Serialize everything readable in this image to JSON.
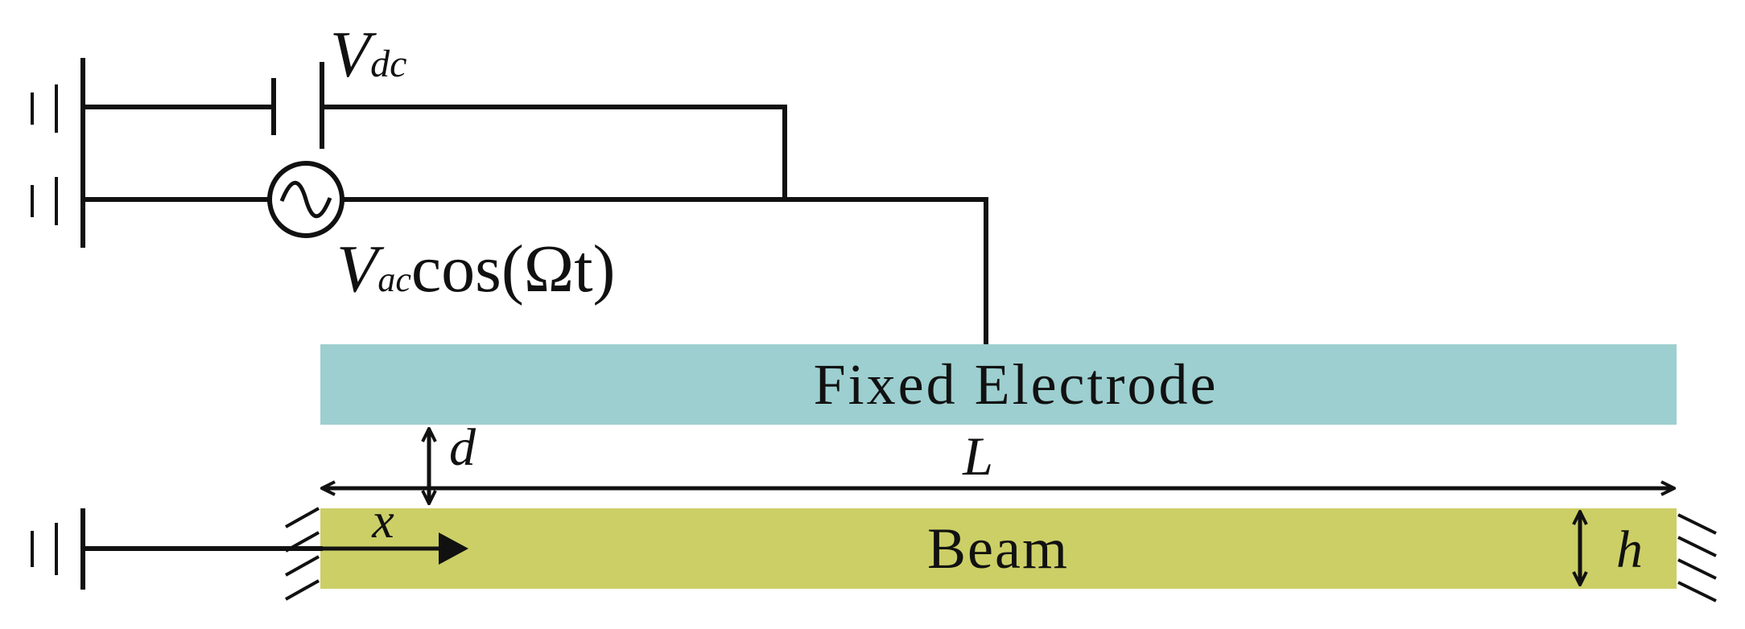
{
  "labels": {
    "vdc_main": "V",
    "vdc_sub": "dc",
    "vac_main": "V",
    "vac_sub": "ac",
    "vac_expr": "cos(Ωt)",
    "fixed_electrode": "Fixed Electrode",
    "beam": "Beam",
    "gap": "d",
    "length": "L",
    "axis_x": "x",
    "thickness": "h"
  },
  "colors": {
    "electrode_fill": "#9dcfd0",
    "beam_fill": "#cccf66",
    "line": "#111111"
  },
  "icons": {
    "ground": "ground-icon",
    "dc_source": "dc-source-icon",
    "ac_source": "ac-source-icon",
    "clamp": "clamped-support-icon"
  }
}
